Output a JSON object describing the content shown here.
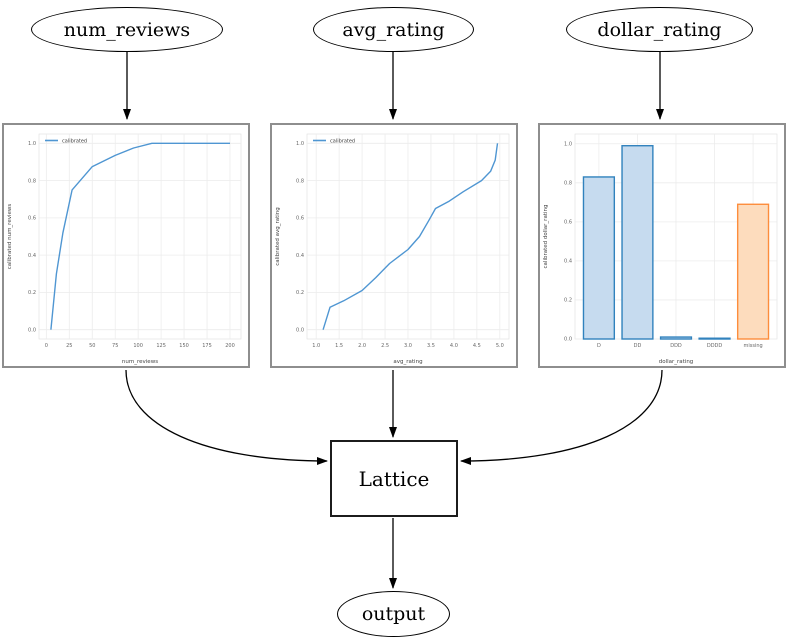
{
  "diagram": {
    "nodes": {
      "num_reviews": {
        "label": "num_reviews"
      },
      "avg_rating": {
        "label": "avg_rating"
      },
      "dollar_rating": {
        "label": "dollar_rating"
      },
      "lattice": {
        "label": "Lattice"
      },
      "output": {
        "label": "output"
      }
    }
  },
  "palette": {
    "line_blue": "#4f96d2",
    "bar_blue_fill": "#c6dbef",
    "bar_blue_edge": "#3182bd",
    "bar_orange_fill": "#fddcbd",
    "bar_orange_edge": "#fd8d3c",
    "grid": "#ececec",
    "plot_border": "#e3e3e3",
    "tick_text": "#666666",
    "axis_text": "#444444",
    "edge_black": "#000000"
  },
  "chart_data": [
    {
      "type": "line",
      "title": "",
      "xlabel": "num_reviews",
      "ylabel": "calibrated num_reviews",
      "legend": [
        "calibrated"
      ],
      "legend_position": "upper left",
      "grid": true,
      "xlim": [
        -8,
        212
      ],
      "ylim": [
        -0.05,
        1.05
      ],
      "xticks": [
        0,
        25,
        50,
        75,
        100,
        125,
        150,
        175,
        200
      ],
      "xtick_labels": [
        "0",
        "25",
        "50",
        "75",
        "100",
        "125",
        "150",
        "175",
        "200"
      ],
      "yticks": [
        0.0,
        0.2,
        0.4,
        0.6,
        0.8,
        1.0
      ],
      "ytick_labels": [
        "0.0",
        "0.2",
        "0.4",
        "0.6",
        "0.8",
        "1.0"
      ],
      "series": [
        {
          "name": "calibrated",
          "x": [
            5,
            11,
            18,
            28,
            50,
            75,
            95,
            115,
            200
          ],
          "y": [
            0.0,
            0.3,
            0.52,
            0.75,
            0.875,
            0.935,
            0.975,
            1.0,
            1.0
          ]
        }
      ]
    },
    {
      "type": "line",
      "title": "",
      "xlabel": "avg_rating",
      "ylabel": "calibrated avg_rating",
      "legend": [
        "calibrated"
      ],
      "legend_position": "upper left",
      "grid": true,
      "xlim": [
        0.8,
        5.2
      ],
      "ylim": [
        -0.05,
        1.05
      ],
      "xticks": [
        1.0,
        1.5,
        2.0,
        2.5,
        3.0,
        3.5,
        4.0,
        4.5,
        5.0
      ],
      "xtick_labels": [
        "1.0",
        "1.5",
        "2.0",
        "2.5",
        "3.0",
        "3.5",
        "4.0",
        "4.5",
        "5.0"
      ],
      "yticks": [
        0.0,
        0.2,
        0.4,
        0.6,
        0.8,
        1.0
      ],
      "ytick_labels": [
        "0.0",
        "0.2",
        "0.4",
        "0.6",
        "0.8",
        "1.0"
      ],
      "series": [
        {
          "name": "calibrated",
          "x": [
            1.15,
            1.3,
            1.6,
            2.0,
            2.3,
            2.6,
            3.0,
            3.25,
            3.45,
            3.6,
            3.9,
            4.2,
            4.6,
            4.8,
            4.9,
            4.95
          ],
          "y": [
            0.0,
            0.12,
            0.155,
            0.21,
            0.28,
            0.355,
            0.43,
            0.5,
            0.585,
            0.65,
            0.69,
            0.74,
            0.8,
            0.85,
            0.91,
            1.0
          ]
        }
      ]
    },
    {
      "type": "bar",
      "title": "",
      "xlabel": "dollar_rating",
      "ylabel": "calibrated dollar_rating",
      "grid": true,
      "categories": [
        "D",
        "DD",
        "DDD",
        "DDDD",
        "missing"
      ],
      "values": [
        0.83,
        0.99,
        0.01,
        0.004,
        0.69
      ],
      "bar_colors": [
        "blue",
        "blue",
        "blue",
        "blue",
        "orange"
      ],
      "ylim": [
        0,
        1.05
      ],
      "yticks": [
        0.0,
        0.2,
        0.4,
        0.6,
        0.8,
        1.0
      ],
      "ytick_labels": [
        "0.0",
        "0.2",
        "0.4",
        "0.6",
        "0.8",
        "1.0"
      ]
    }
  ]
}
